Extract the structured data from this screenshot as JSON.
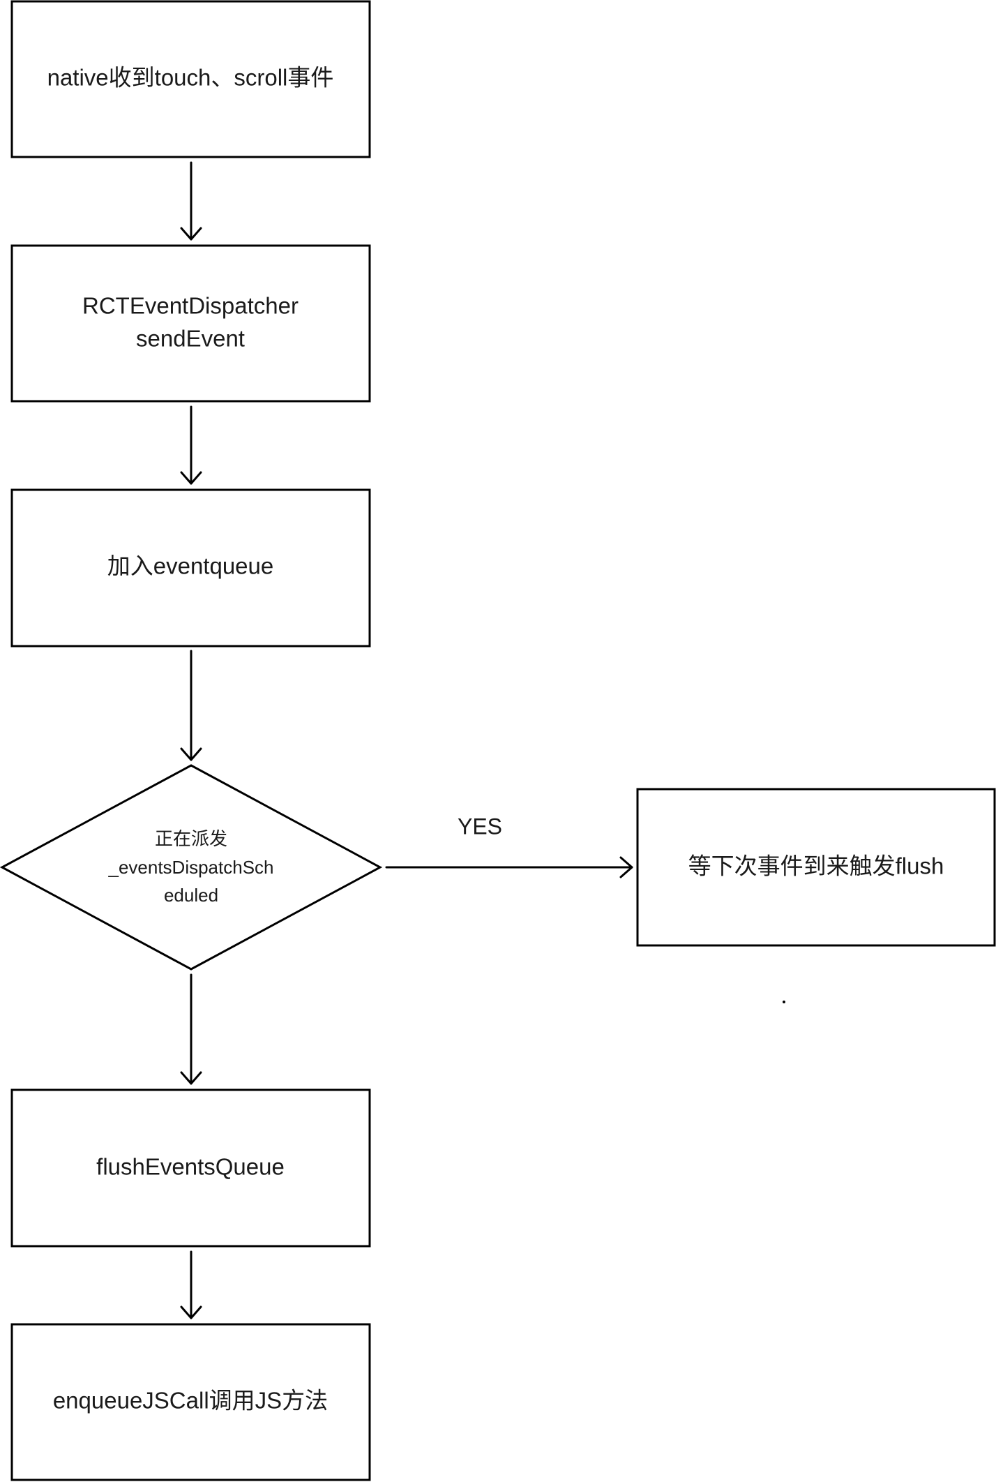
{
  "nodes": {
    "native_event": {
      "label": "native收到touch、scroll事件"
    },
    "send_event": {
      "line1": "RCTEventDispatcher",
      "line2": "sendEvent"
    },
    "add_queue": {
      "label": "加入eventqueue"
    },
    "decision": {
      "line1": "正在派发",
      "line2": "_eventsDispatchSch",
      "line3": "eduled"
    },
    "wait_flush": {
      "label": "等下次事件到来触发flush"
    },
    "flush_queue": {
      "label": "flushEventsQueue"
    },
    "enqueue_js": {
      "label": "enqueueJSCall调用JS方法"
    }
  },
  "edges": {
    "yes_label": "YES"
  }
}
